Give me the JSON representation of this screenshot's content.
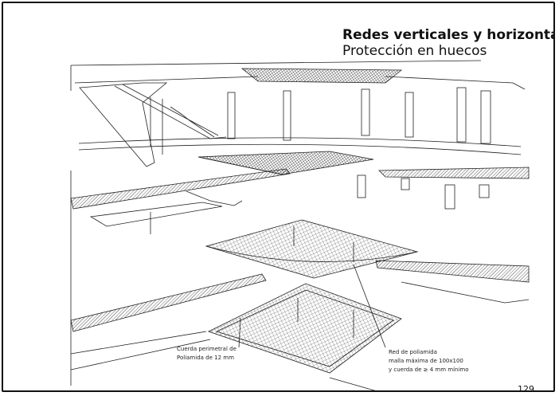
{
  "header": {
    "title": "Redes verticales y horizontales",
    "subtitle": "Protección en huecos"
  },
  "annotations": {
    "left": [
      "Cuerda perimetral de",
      "Poliamida de 12 mm"
    ],
    "right": [
      "Red de poliamida",
      "malla máxima de 100x100",
      "y cuerda de  ≥ 4 mm mínimo"
    ]
  },
  "page_number": "129"
}
